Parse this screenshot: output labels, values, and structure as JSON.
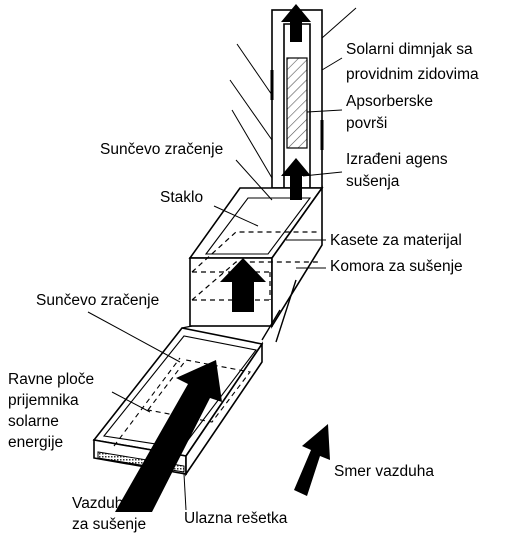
{
  "colors": {
    "ink": "#000000",
    "paper": "#ffffff",
    "hatch": "#555555"
  },
  "labels": {
    "chimney": [
      "Solarni dimnjak sa",
      "providnim zidovima"
    ],
    "absorber": [
      "Apsorberske",
      "površi"
    ],
    "agent": [
      "Izrađeni agens",
      "sušenja"
    ],
    "sun_top": "Sunčevo zračenje",
    "glass": "Staklo",
    "cassettes": "Kasete za materijal",
    "chamber": "Komora za sušenje",
    "sun_mid": "Sunčevo zračenje",
    "plates": [
      "Ravne ploče",
      "prijemnika",
      "solarne",
      "energije"
    ],
    "air_dir": "Smer vazduha",
    "intake_air": [
      "Vazduh",
      "za sušenje"
    ],
    "grille": "Ulazna rešetka"
  }
}
